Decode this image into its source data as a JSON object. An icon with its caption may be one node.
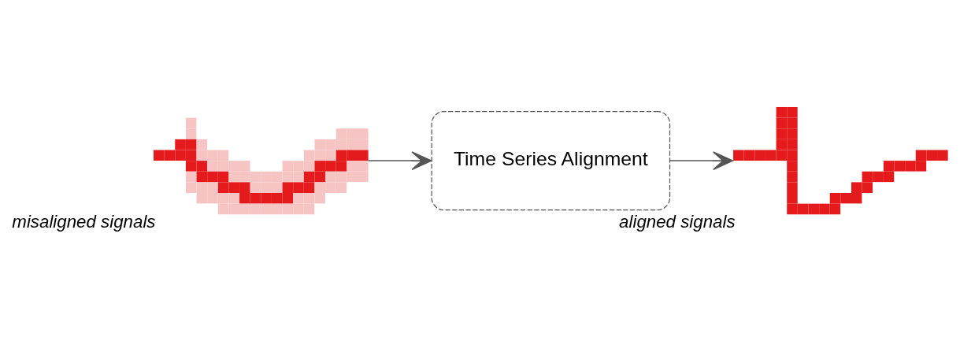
{
  "diagram": {
    "nodes": [
      {
        "text": [],
        "shape": "picture",
        "beside": [
          "misaligned signals"
        ]
      },
      {
        "text": [
          "Time Series Alignment"
        ]
      },
      {
        "text": [],
        "shape": "picture",
        "beside": [
          "aligned signals"
        ]
      }
    ],
    "edges": [
      {
        "from": 0,
        "to": 1,
        "arrow": "to"
      },
      {
        "from": 1,
        "to": 2,
        "arrow": "to"
      }
    ]
  }
}
